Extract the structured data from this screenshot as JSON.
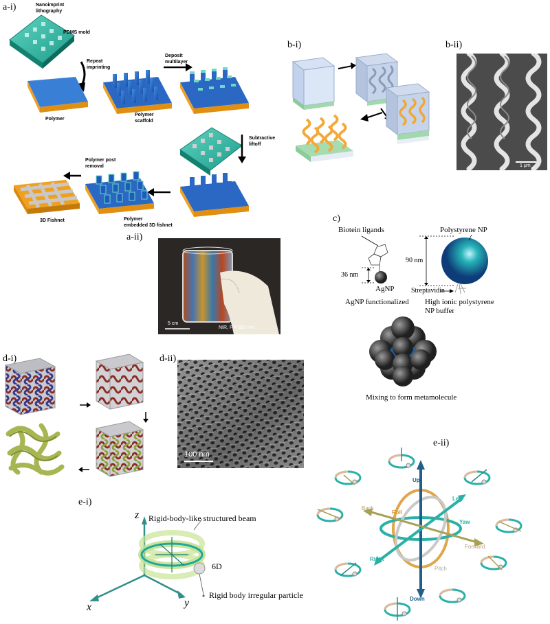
{
  "panels": {
    "a_i": "a-i)",
    "a_ii": "a-ii)",
    "b_i": "b-i)",
    "b_ii": "b-ii)",
    "c": "c)",
    "d_i": "d-i)",
    "d_ii": "d-ii)",
    "e_i": "e-i)",
    "e_ii": "e-ii)"
  },
  "a_i": {
    "nanoimprint": "Nanoimprint",
    "lithography": "lithography",
    "pdms_mold": "PDMS mold",
    "repeat": "Repeat",
    "imprinting": "imprinting",
    "deposit": "Deposit",
    "multilayer": "multilayer",
    "polymer": "Polymer",
    "polymer2": "Polymer",
    "scaffold": "scaffold",
    "subtractive": "Subtractive",
    "liftoff": "liftoff",
    "polymer_post": "Polymer post",
    "removal": "removal",
    "fishnet": "3D Fishnet",
    "polymer3": "Polymer",
    "embedded": "embedded 3D fishnet"
  },
  "a_ii": {
    "scale": "5 cm",
    "nir": "NIR, P = 850 nm"
  },
  "b_ii": {
    "scale": "1 μm"
  },
  "c": {
    "biotein": "Biotein ligands",
    "nm36": "36 nm",
    "agnp": "AgNP",
    "agnp_func": "AgNP functionalized",
    "polystyrene": "Polystyrene NP",
    "nm90": "90 nm",
    "streptavidin": "Streptavidin",
    "high_ionic1": "High ionic polystyrene",
    "high_ionic2": "NP buffer",
    "mixing": "Mixing to form metamolecule"
  },
  "d_ii": {
    "scale": "100 nm"
  },
  "e_i": {
    "rigid_beam": "Rigid-body-like structured beam",
    "sixd": "6D",
    "particle": "Rigid body irregular particle",
    "z": "z",
    "x": "x",
    "y": "y"
  },
  "e_ii": {
    "up": "Up",
    "down": "Down",
    "left": "Left",
    "right": "Right",
    "back": "Back",
    "forward": "Forward",
    "roll": "Roll",
    "yaw": "Yaw",
    "pitch": "Pitch"
  }
}
